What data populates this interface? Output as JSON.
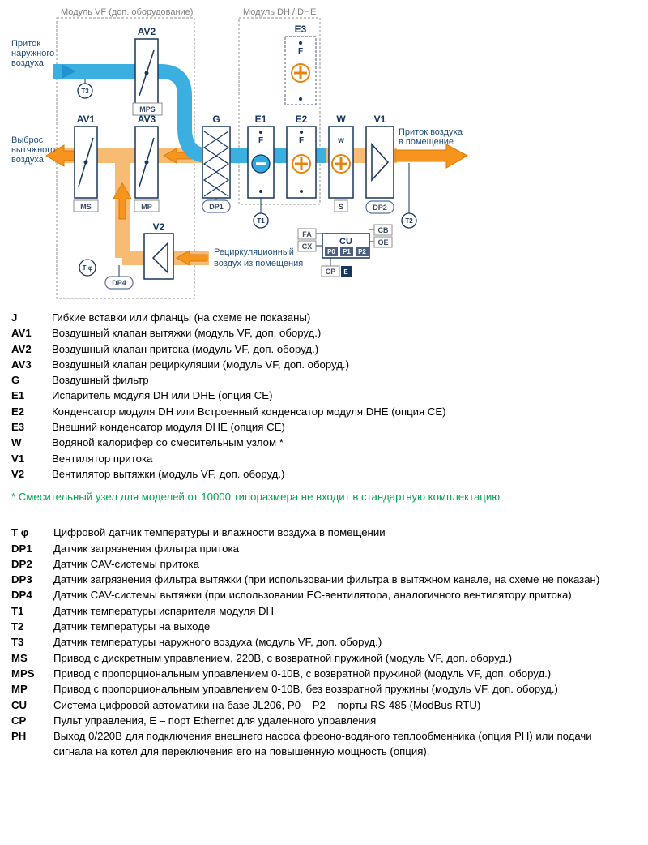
{
  "diagram": {
    "titles": {
      "module_vf": "Модуль VF (доп. оборудование)",
      "module_dh": "Модуль DH / DHE"
    },
    "flow_labels": {
      "intake_1": "Приток",
      "intake_2": "наружного",
      "intake_3": "воздуха",
      "exhaust_1": "Выброс",
      "exhaust_2": "вытяжного",
      "exhaust_3": "воздуха",
      "supply_1": "Приток воздуха",
      "supply_2": "в помещение",
      "recirc_1": "Рециркуляционный",
      "recirc_2": "воздух из помещения"
    },
    "components": {
      "av1": "AV1",
      "av2": "AV2",
      "av3": "AV3",
      "g": "G",
      "e1": "E1",
      "e2": "E2",
      "e3": "E3",
      "w": "W",
      "v1": "V1",
      "v2": "V2",
      "w_inner": "w",
      "f": "F"
    },
    "sensors": {
      "t1": "T1",
      "t2": "T2",
      "t3": "T3",
      "tphi": "T φ",
      "dp1": "DP1",
      "dp2": "DP2",
      "dp4": "DP4",
      "ms": "MS",
      "mps": "MPS",
      "mp": "MP",
      "s": "S"
    },
    "controller": {
      "cu": "CU",
      "fa": "FA",
      "cx": "CX",
      "p0": "P0",
      "p1": "P1",
      "p2": "P2",
      "cp": "CP",
      "e": "E",
      "cb": "CB",
      "oe": "OE"
    },
    "colors": {
      "duct_blue": "#3BAFE0",
      "duct_orange_light": "#F8BB74",
      "arrow_orange": "#F7941E",
      "line_navy": "#17365D",
      "footnote_green": "#00A651",
      "module_title_gray": "#808080"
    }
  },
  "legend_components": {
    "items": [
      {
        "code": "J",
        "text": "Гибкие вставки или фланцы (на схеме не показаны)"
      },
      {
        "code": "AV1",
        "text": "Воздушный клапан вытяжки (модуль VF, доп. оборуд.)"
      },
      {
        "code": "AV2",
        "text": "Воздушный клапан притока (модуль VF, доп. оборуд.)"
      },
      {
        "code": "AV3",
        "text": "Воздушный клапан рециркуляции (модуль VF, доп. оборуд.)"
      },
      {
        "code": "G",
        "text": "Воздушный фильтр"
      },
      {
        "code": "E1",
        "text": "Испаритель модуля DH или DHE (опция CE)"
      },
      {
        "code": "E2",
        "text": "Конденсатор модуля DH или Встроенный конденсатор модуля DHE (опция CE)"
      },
      {
        "code": "E3",
        "text": "Внешний конденсатор модуля DHE (опция CE)"
      },
      {
        "code": "W",
        "text": "Водяной калорифер со смесительным узлом *"
      },
      {
        "code": "V1",
        "text": "Вентилятор притока"
      },
      {
        "code": "V2",
        "text": "Вентилятор вытяжки (модуль VF, доп. оборуд.)"
      }
    ]
  },
  "footnote": "* Смесительный узел для моделей от 10000 типоразмера не входит в стандартную комплектацию",
  "legend_sensors": {
    "items": [
      {
        "code": "T φ",
        "text": "Цифровой датчик температуры и влажности воздуха в помещении"
      },
      {
        "code": "DP1",
        "text": "Датчик загрязнения фильтра притока"
      },
      {
        "code": "DP2",
        "text": "Датчик CAV-системы притока"
      },
      {
        "code": "DP3",
        "text": "Датчик загрязнения фильтра вытяжки (при использовании фильтра в вытяжном канале, на схеме не показан)"
      },
      {
        "code": "DP4",
        "text": "Датчик CAV-системы вытяжки (при использовании EC-вентилятора, аналогичного вентилятору притока)"
      },
      {
        "code": "T1",
        "text": "Датчик температуры испарителя модуля DH"
      },
      {
        "code": "T2",
        "text": "Датчик температуры на выходе"
      },
      {
        "code": "T3",
        "text": "Датчик температуры наружного воздуха (модуль VF, доп. оборуд.)"
      },
      {
        "code": "MS",
        "text": "Привод с дискретным управлением, 220В, с возвратной пружиной (модуль VF, доп. оборуд.)"
      },
      {
        "code": "MPS",
        "text": "Привод с пропорциональным управлением 0-10В, с возвратной пружиной (модуль VF, доп. оборуд.)"
      },
      {
        "code": "MP",
        "text": "Привод с пропорциональным управлением 0-10В, без возвратной пружины (модуль VF, доп. оборуд.)"
      },
      {
        "code": "CU",
        "text": "Система цифровой автоматики на базе JL206, P0 – P2 – порты RS-485 (ModBus RTU)"
      },
      {
        "code": "CP",
        "text": "Пульт управления, E – порт Ethernet для удаленного управления"
      },
      {
        "code": "PH",
        "text": "Выход 0/220В для подключения внешнего насоса фреоно-водяного теплообменника (опция PH) или подачи сигнала на котел для переключения его на повышенную мощность (опция)."
      }
    ]
  }
}
